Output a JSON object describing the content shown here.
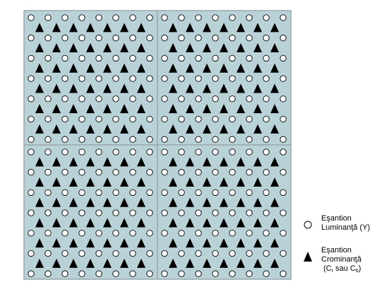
{
  "colors": {
    "block_fill": "#b9d2d7",
    "block_border": "#9aa9ad",
    "luma_fill": "#ffffff",
    "luma_stroke": "#000000",
    "chroma_fill": "#000000"
  },
  "grid": {
    "blocks_per_row": 2,
    "blocks_per_col": 2,
    "luma_cols_per_block": 8,
    "luma_rows_per_block": 7,
    "chroma_cols_per_block": 7,
    "chroma_rows_per_block": 6
  },
  "legend": {
    "luma": {
      "icon": "open-circle-icon",
      "line1": "Eşantion",
      "line2": "Luminanţă (Y)"
    },
    "chroma": {
      "icon": "filled-triangle-icon",
      "line1": "Eşantion",
      "line2": "Crominanţă",
      "line3_prefix": "(C",
      "line3_sub1": "r",
      "line3_mid": " sau C",
      "line3_sub2": "b",
      "line3_suffix": ")"
    }
  }
}
